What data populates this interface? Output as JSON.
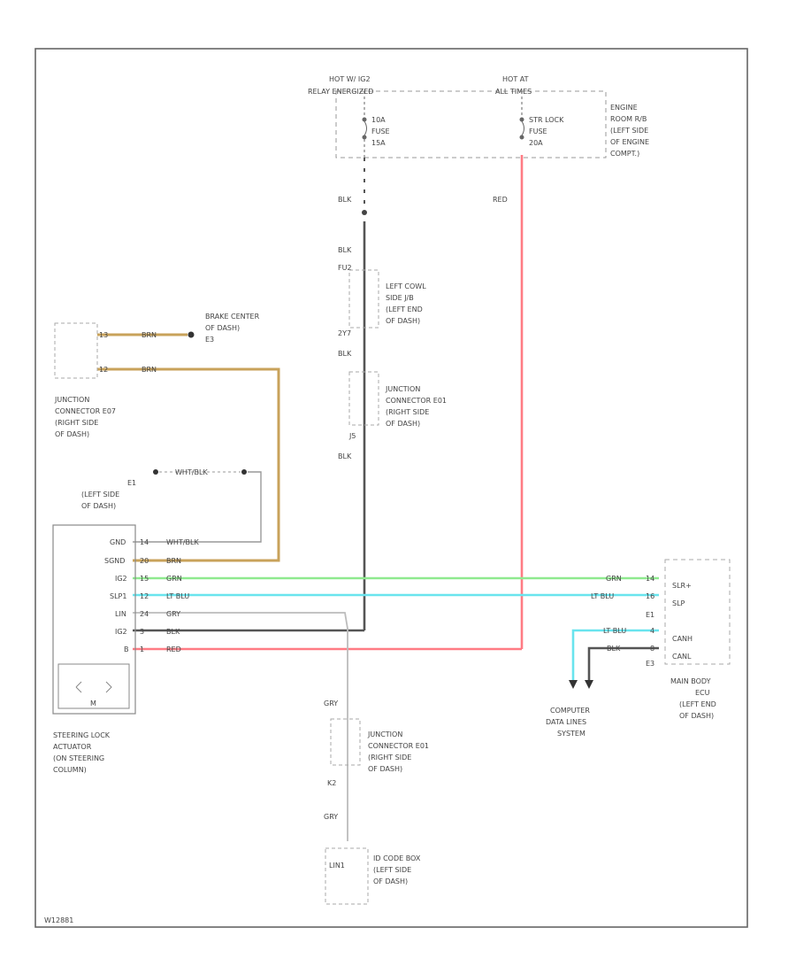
{
  "colors": {
    "black_wire": "#555555",
    "red_wire": "#ff7b84",
    "green_wire": "#8fea8f",
    "light_blue_wire": "#69e4ee",
    "brown_wire": "#c8a25a",
    "gray_wire": "#bcbcbc",
    "border": "#666666"
  },
  "labels": {
    "hot_at_1": "HOT W/ IG2",
    "relay_1": "RELAY ENERGIZED",
    "hot_at_2": "HOT AT",
    "relay_2": "ALL TIMES",
    "fuse1_a": "10A",
    "fuse1_b": "FUSE",
    "fuse1_c": "15A",
    "fuse2_a": "STR LOCK",
    "fuse2_b": "FUSE",
    "fuse2_c": "20A",
    "engine_box_1": "ENGINE",
    "engine_box_2": "ROOM R/B",
    "engine_box_3": "(LEFT SIDE",
    "engine_box_4": "OF ENGINE",
    "engine_box_5": "COMPT.)",
    "blk_1": "BLK",
    "red_1": "RED",
    "blk_2": "BLK",
    "pin_cowl": "FU2",
    "cowl_1": "LEFT COWL",
    "cowl_2": "SIDE J/B",
    "cowl_3": "(LEFT END",
    "cowl_4": "OF DASH)",
    "pin_2y": "2Y7",
    "blk_3": "BLK",
    "jc_a1": "JUNCTION",
    "jc_a2": "CONNECTOR E01",
    "jc_a3": "(RIGHT SIDE",
    "jc_a4": "OF DASH)",
    "pin_j5": "J5",
    "blk_4": "BLK",
    "brake_1": "BRAKE CENTER",
    "brake_2": "OF DASH)",
    "brake_3": "E3",
    "jc_b1": "JUNCTION",
    "jc_b2": "CONNECTOR E07",
    "jc_b3": "(RIGHT SIDE",
    "jc_b4": "OF DASH)",
    "pin_13": "13",
    "pin_12": "12",
    "brn_top": "BRN",
    "brn_mid": "BRN",
    "e1_label": "E1",
    "e1_sub1": "(LEFT SIDE",
    "e1_sub2": "OF DASH)",
    "whtblk_top": "WHT/BLK",
    "pins": {
      "gnd": "GND",
      "sgnd": "SGND",
      "ig2": "IG2",
      "slp1": "SLP1",
      "lin": "LIN",
      "ig": "IG2",
      "b": "B"
    },
    "pin_nums": {
      "n1": "14",
      "n2": "20",
      "n3": "15",
      "n4": "12",
      "n5": "24",
      "n6": "3",
      "n7": "1"
    },
    "wire_whtblk": "WHT/BLK",
    "wire_brn": "BRN",
    "wire_grn": "GRN",
    "wire_ltblu": "LT BLU",
    "wire_gry": "GRY",
    "wire_blk": "BLK",
    "wire_red": "RED",
    "actuator_1": "STEERING LOCK",
    "actuator_2": "ACTUATOR",
    "actuator_3": "(ON STEERING",
    "actuator_4": "COLUMN)",
    "actuator_m": "M",
    "ecu_pin1": "SLR+",
    "ecu_pin2": "SLP",
    "ecu_pin3": "CANH",
    "ecu_pin4": "CANL",
    "ecu_e1": "E1",
    "ecu_e3": "E3",
    "ecu_n1": "14",
    "ecu_n2": "16",
    "ecu_n3": "4",
    "ecu_n4": "8",
    "ecu_grn": "GRN",
    "ecu_ltblu": "LT BLU",
    "ecu_ltblu2": "LT BLU",
    "ecu_blk": "BLK",
    "main_body_1": "MAIN BODY",
    "main_body_2": "ECU",
    "main_body_3": "(LEFT END",
    "main_body_4": "OF DASH)",
    "comp_1": "COMPUTER",
    "comp_2": "DATA LINES",
    "comp_3": "SYSTEM",
    "gry_upper": "GRY",
    "jc_c1": "JUNCTION",
    "jc_c2": "CONNECTOR E01",
    "jc_c3": "(RIGHT SIDE",
    "jc_c4": "OF DASH)",
    "pin_k2": "K2",
    "gry_lower": "GRY",
    "id_1": "ID CODE BOX",
    "id_2": "(LEFT SIDE",
    "id_3": "OF DASH)",
    "id_lin": "LIN1",
    "footer_id": "W12881"
  }
}
